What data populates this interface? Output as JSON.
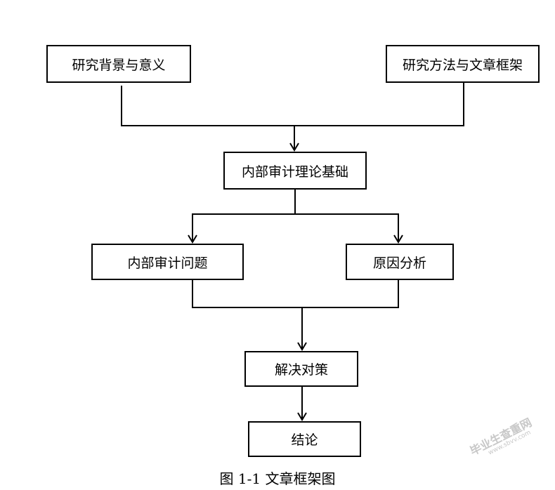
{
  "diagram": {
    "nodes": {
      "research_background": "研究背景与意义",
      "research_method": "研究方法与文章框架",
      "audit_theory": "内部审计理论基础",
      "audit_problems": "内部审计问题",
      "cause_analysis": "原因分析",
      "solutions": "解决对策",
      "conclusion": "结论"
    },
    "edges": [
      [
        "research_background",
        "audit_theory"
      ],
      [
        "research_method",
        "audit_theory"
      ],
      [
        "audit_theory",
        "audit_problems"
      ],
      [
        "audit_theory",
        "cause_analysis"
      ],
      [
        "audit_problems",
        "solutions"
      ],
      [
        "cause_analysis",
        "solutions"
      ],
      [
        "solutions",
        "conclusion"
      ]
    ]
  },
  "caption": "图 1-1 文章框架图",
  "watermark": {
    "text": "毕业生查重网",
    "url": "www.sbvv.com"
  }
}
